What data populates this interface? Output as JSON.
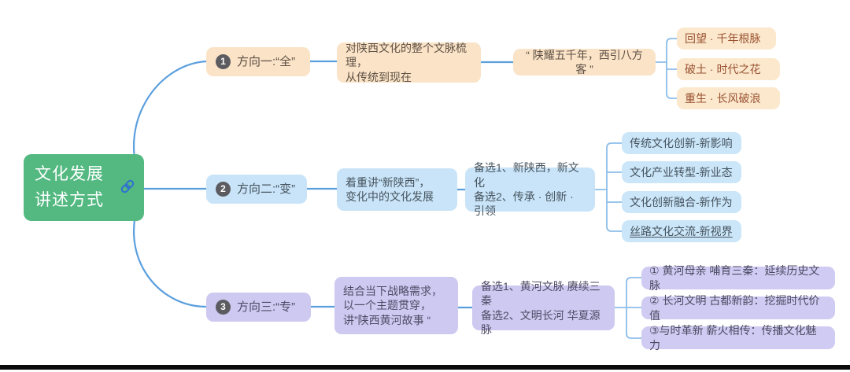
{
  "root": {
    "label_line1": "文化发展",
    "label_line2": "讲述方式"
  },
  "branches": [
    {
      "badge": "1",
      "title": "方向一:“全”",
      "summary": [
        "对陕西文化的整个文脉梳理，",
        "从传统到现在"
      ],
      "slogan": "“ 陕耀五千年，西引八方客 ”",
      "leaves": [
        "回望 · 千年根脉",
        "破土 · 时代之花",
        "重生 · 长风破浪"
      ]
    },
    {
      "badge": "2",
      "title": "方向二:“变”",
      "summary": [
        "着重讲“新陕西”，",
        "变化中的文化发展"
      ],
      "options": [
        "备选1、新陕西，新文化",
        "备选2、传承 · 创新 · 引领"
      ],
      "leaves": [
        "传统文化创新-新影响",
        "文化产业转型-新业态",
        "文化创新融合-新作为",
        "丝路文化交流-新视界"
      ]
    },
    {
      "badge": "3",
      "title": "方向三:“专”",
      "summary": [
        "结合当下战略需求，",
        "以一个主题贯穿，",
        "讲”陕西黄河故事 “"
      ],
      "options": [
        "备选1、黄河文脉 赓续三秦",
        "备选2、文明长河 华夏源脉"
      ],
      "leaves": [
        "① 黄河母亲 哺育三秦：延续历史文脉",
        "② 长河文明 古都新韵：挖掘时代价值",
        "③与时革新 薪火相传：传播文化魅力"
      ]
    }
  ],
  "colors": {
    "root_green": "#53b981",
    "branch1_fill": "#fae3c7",
    "branch2_fill": "#c9e4f8",
    "branch3_fill": "#cdc9f0",
    "connector_blue": "#5b9fdd",
    "bracket_blue": "#8cbde9",
    "badge_gray": "#5b5b60",
    "link_icon_blue": "#2f6fd0"
  }
}
